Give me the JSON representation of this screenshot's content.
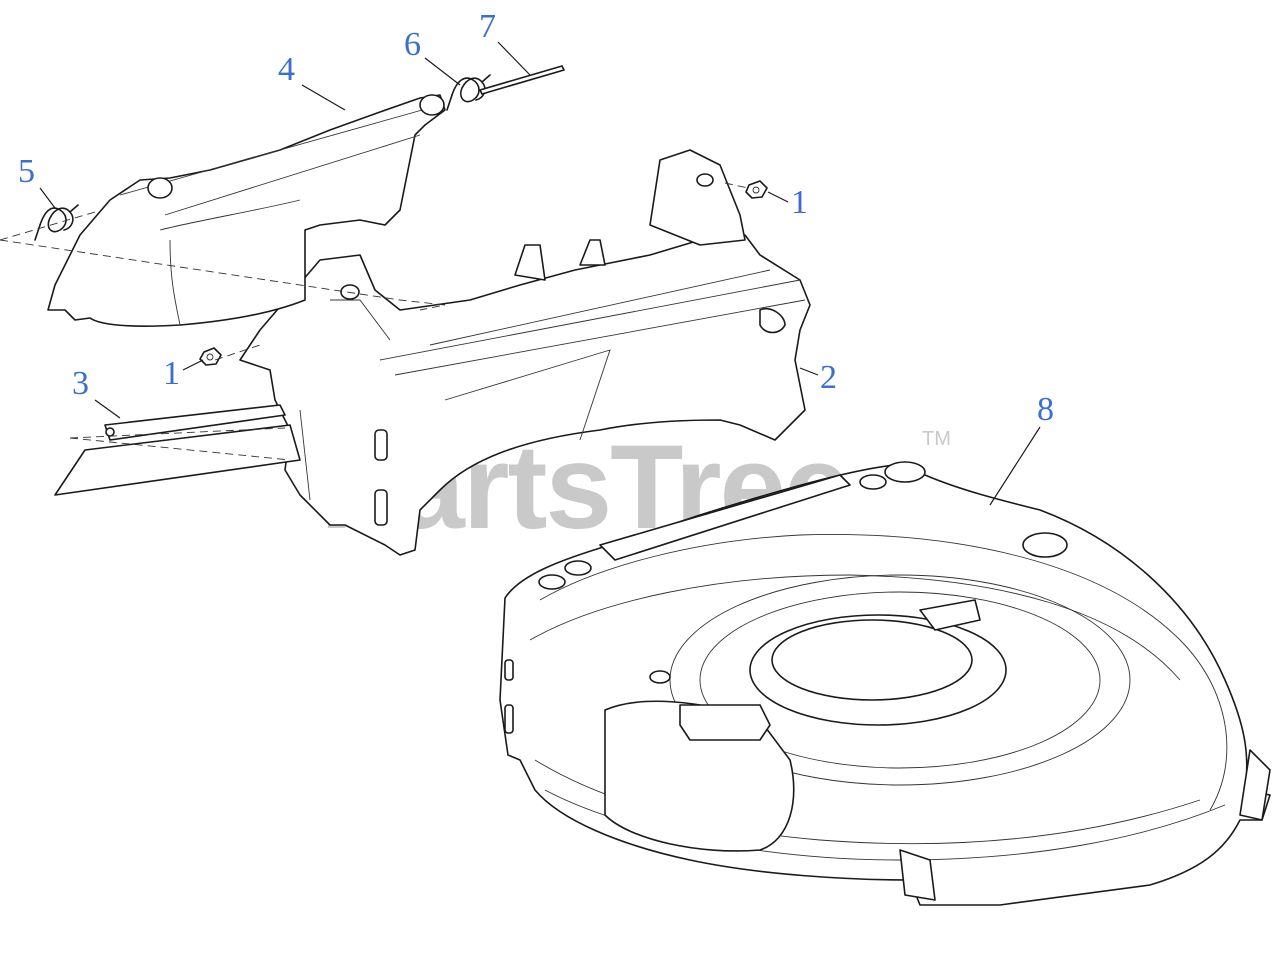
{
  "callout_color": "#3a6fcf",
  "watermark_color": "#c9c9c9",
  "callouts": {
    "nut_right": "1",
    "nut_left": "1",
    "rear_frame": "2",
    "hinge_rod": "3",
    "rear_flap": "4",
    "spring_left": "5",
    "spring_right": "6",
    "pin": "7",
    "deck": "8"
  },
  "watermark": {
    "text": "PartsTree",
    "trademark": "TM"
  }
}
